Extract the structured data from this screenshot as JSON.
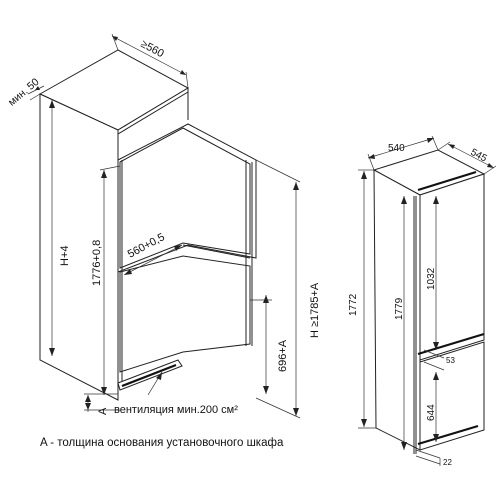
{
  "left_view": {
    "depth_label": "≥560",
    "min_gap_label": "мин. 50",
    "niche_height_label": "H+4",
    "door_height_label": "1776+0,8",
    "door_width_label": "560+0,5",
    "total_height_label": "H ≥1785+A",
    "lower_height_label": "696+A",
    "base_label": "A",
    "ventilation_label": "вентиляция мин.200 см²"
  },
  "right_view": {
    "width_label": "540",
    "depth_label": "545",
    "total_height_label": "1772",
    "door_height_label": "1779",
    "upper_section_label": "1032",
    "lower_section_label": "644",
    "gap_label": "53",
    "bottom_gap_label": "22"
  },
  "caption": "A - толщина основания установочного шкафа"
}
